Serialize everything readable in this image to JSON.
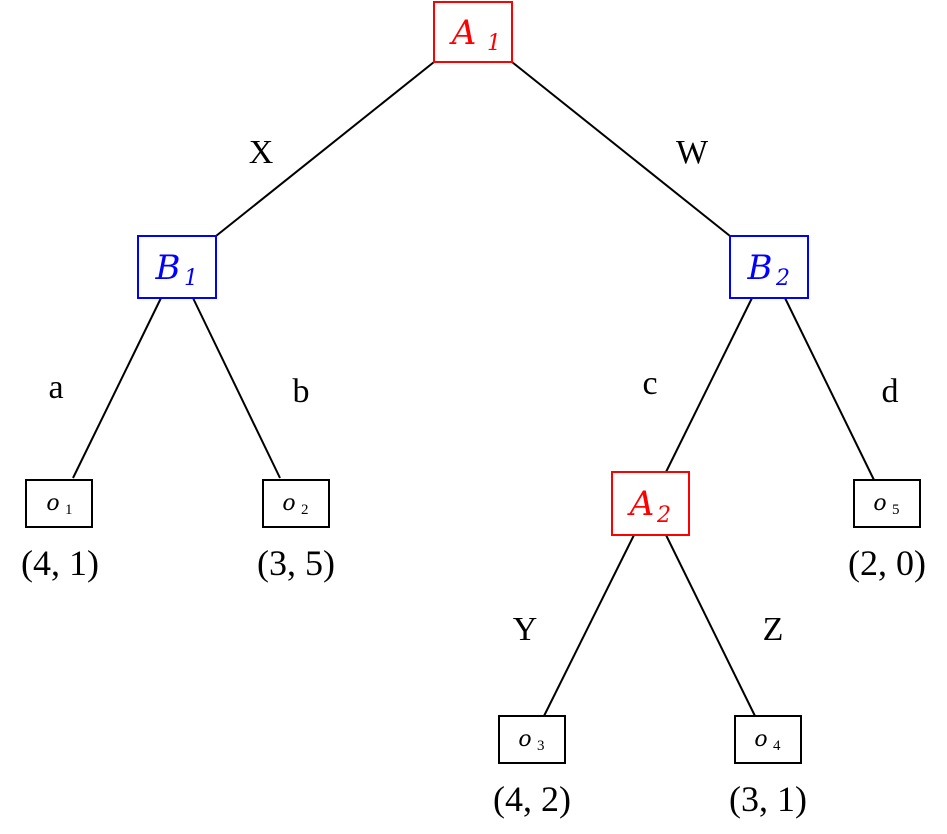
{
  "diagram": {
    "type": "extensive-form game tree",
    "colors": {
      "player_A": "#ff0000",
      "player_B": "#0000ff",
      "leaf": "#000000",
      "edge": "#000000"
    },
    "nodes": [
      {
        "id": "A1",
        "base": "A",
        "sub": "1",
        "player": "A",
        "color": "#ff0000"
      },
      {
        "id": "B1",
        "base": "B",
        "sub": "1",
        "player": "B",
        "color": "#0000ff"
      },
      {
        "id": "B2",
        "base": "B",
        "sub": "2",
        "player": "B",
        "color": "#0000ff"
      },
      {
        "id": "A2",
        "base": "A",
        "sub": "2",
        "player": "A",
        "color": "#ff0000"
      }
    ],
    "leaves": [
      {
        "id": "o1",
        "base": "o",
        "sub": "1",
        "payoff": "(4, 1)"
      },
      {
        "id": "o2",
        "base": "o",
        "sub": "2",
        "payoff": "(3, 5)"
      },
      {
        "id": "o3",
        "base": "o",
        "sub": "3",
        "payoff": "(4, 2)"
      },
      {
        "id": "o4",
        "base": "o",
        "sub": "4",
        "payoff": "(3, 1)"
      },
      {
        "id": "o5",
        "base": "o",
        "sub": "5",
        "payoff": "(2, 0)"
      }
    ],
    "edges": [
      {
        "from": "A1",
        "to": "B1",
        "label": "X"
      },
      {
        "from": "A1",
        "to": "B2",
        "label": "W"
      },
      {
        "from": "B1",
        "to": "o1",
        "label": "a"
      },
      {
        "from": "B1",
        "to": "o2",
        "label": "b"
      },
      {
        "from": "B2",
        "to": "A2",
        "label": "c"
      },
      {
        "from": "B2",
        "to": "o5",
        "label": "d"
      },
      {
        "from": "A2",
        "to": "o3",
        "label": "Y"
      },
      {
        "from": "A2",
        "to": "o4",
        "label": "Z"
      }
    ]
  }
}
